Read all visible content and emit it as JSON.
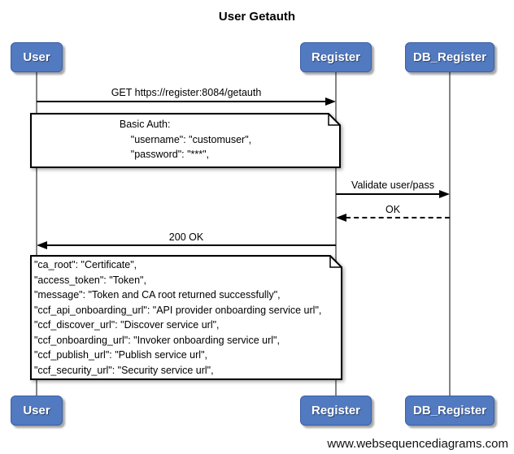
{
  "title": "User Getauth",
  "actors": [
    {
      "name": "User"
    },
    {
      "name": "Register"
    },
    {
      "name": "DB_Register"
    }
  ],
  "messages": [
    {
      "label": "GET https://register:8084/getauth",
      "from": "User",
      "to": "Register",
      "style": "solid"
    },
    {
      "label": "Validate user/pass",
      "from": "Register",
      "to": "DB_Register",
      "style": "solid"
    },
    {
      "label": "OK",
      "from": "DB_Register",
      "to": "Register",
      "style": "dashed"
    },
    {
      "label": "200 OK",
      "from": "Register",
      "to": "User",
      "style": "solid"
    }
  ],
  "notes": [
    {
      "lines": [
        "Basic Auth:",
        "    \"username\": \"customuser\",",
        "    \"password\": \"***\","
      ]
    },
    {
      "lines": [
        "\"ca_root\": \"Certificate\",",
        "\"access_token\": \"Token\",",
        "\"message\": \"Token and CA root returned successfully\",",
        "\"ccf_api_onboarding_url\": \"API provider onboarding service url\",",
        "\"ccf_discover_url\": \"Discover service url\",",
        "\"ccf_onboarding_url\": \"Invoker onboarding service url\",",
        "\"ccf_publish_url\": \"Publish service url\",",
        "\"ccf_security_url\": \"Security service url\","
      ]
    }
  ],
  "watermark": "www.websequencediagrams.com",
  "colors": {
    "actor_fill": "#527AC1",
    "actor_border": "#3A5FA5",
    "lifeline": "#848484",
    "arrow": "#000000",
    "note_bg": "#FFFFFF",
    "note_border": "#000000"
  }
}
